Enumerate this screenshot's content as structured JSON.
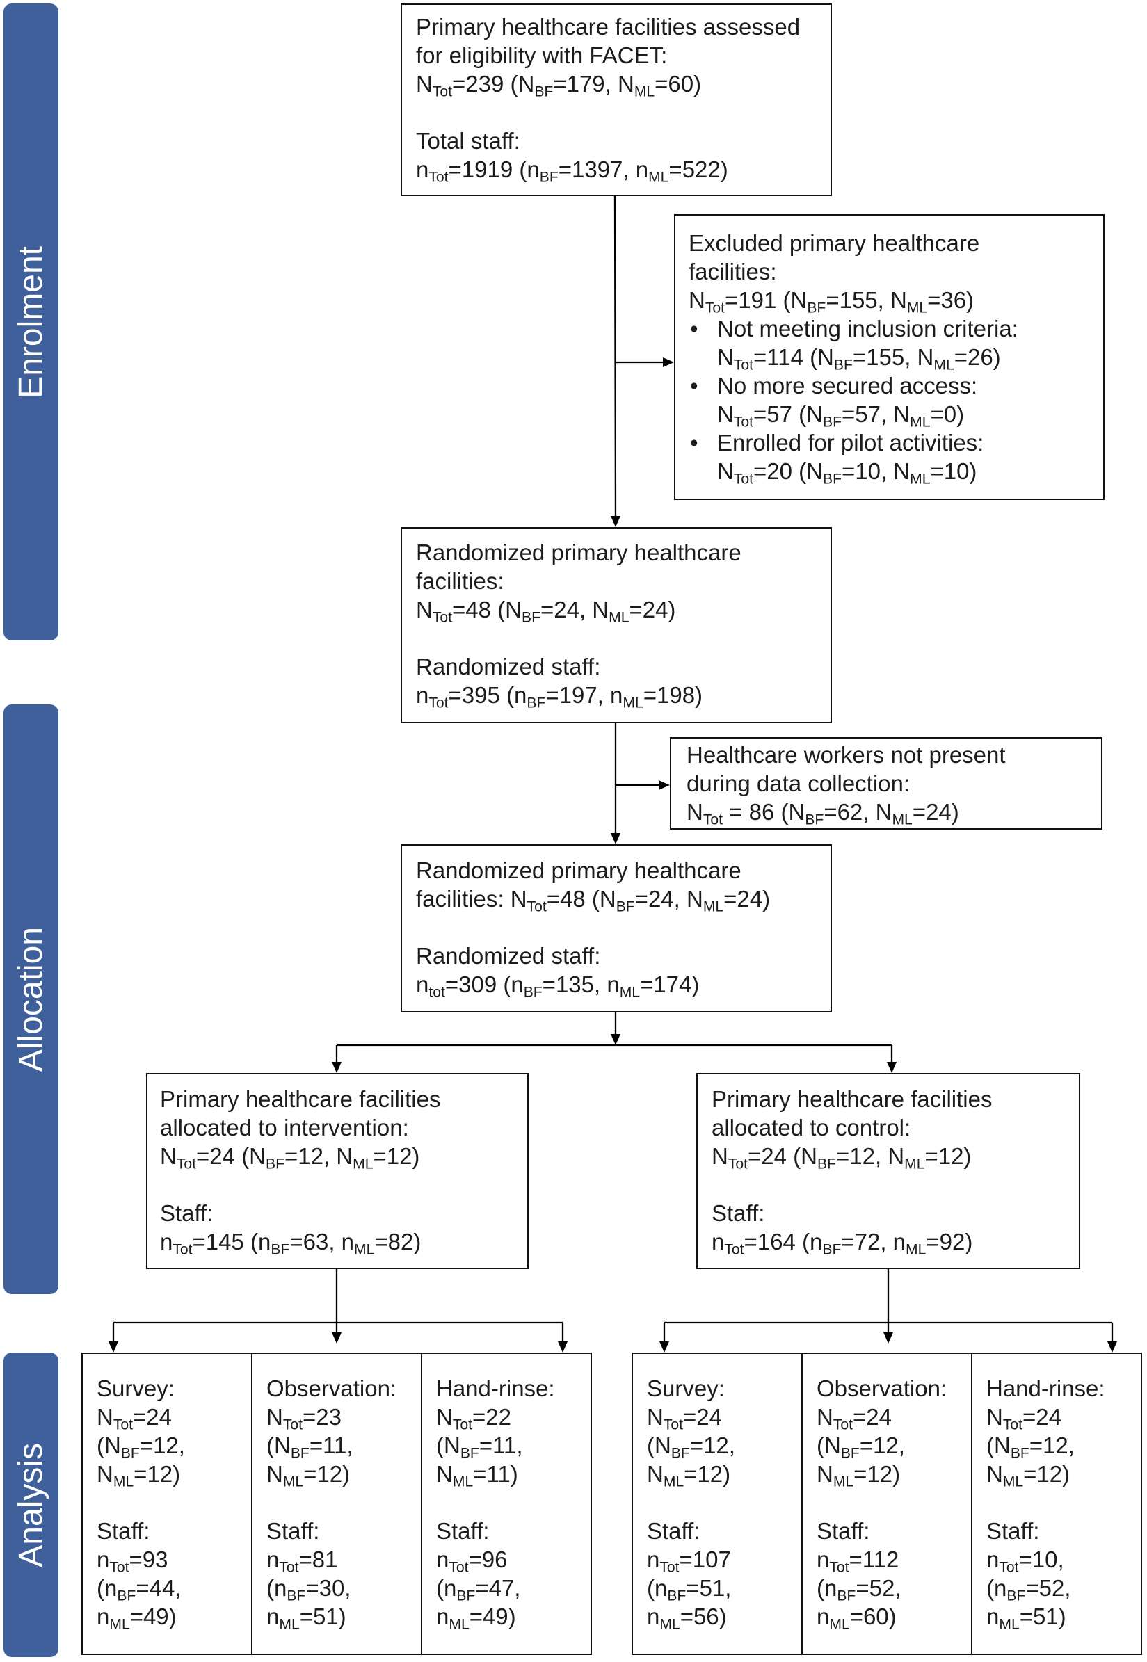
{
  "colors": {
    "band": "#40609c",
    "band_text": "#ffffff"
  },
  "sidebar": {
    "enrolment": "Enrolment",
    "allocation": "Allocation",
    "analysis": "Analysis"
  },
  "boxes": {
    "assessed": {
      "paragraphs": [
        [
          "Primary healthcare facilities assessed",
          "for eligibility with FACET:",
          [
            "N",
            {
              "sub": "Tot"
            },
            "=239 (N",
            {
              "sub": "BF"
            },
            "=179, N",
            {
              "sub": "ML"
            },
            "=60)"
          ]
        ],
        [
          "Total staff:",
          [
            "n",
            {
              "sub": "Tot"
            },
            "=1919 (n",
            {
              "sub": "BF"
            },
            "=1397, n",
            {
              "sub": "ML"
            },
            "=522)"
          ]
        ]
      ]
    },
    "excluded": {
      "paragraphs": [
        [
          "Excluded primary healthcare",
          "facilities:",
          [
            "N",
            {
              "sub": "Tot"
            },
            "=191 (N",
            {
              "sub": "BF"
            },
            "=155, N",
            {
              "sub": "ML"
            },
            "=36)"
          ]
        ]
      ],
      "bullet": "•",
      "items": [
        [
          "Not meeting inclusion criteria:",
          [
            "N",
            {
              "sub": "Tot"
            },
            "=114 (N",
            {
              "sub": "BF"
            },
            "=155, N",
            {
              "sub": "ML"
            },
            "=26)"
          ]
        ],
        [
          "No more secured access:",
          [
            "N",
            {
              "sub": "Tot"
            },
            "=57 (N",
            {
              "sub": "BF"
            },
            "=57, N",
            {
              "sub": "ML"
            },
            "=0)"
          ]
        ],
        [
          "Enrolled for pilot activities:",
          [
            "N",
            {
              "sub": "Tot"
            },
            "=20 (N",
            {
              "sub": "BF"
            },
            "=10, N",
            {
              "sub": "ML"
            },
            "=10)"
          ]
        ]
      ]
    },
    "randomized": {
      "paragraphs": [
        [
          "Randomized primary healthcare",
          "facilities:",
          [
            "N",
            {
              "sub": "Tot"
            },
            "=48 (N",
            {
              "sub": "BF"
            },
            "=24, N",
            {
              "sub": "ML"
            },
            "=24)"
          ]
        ],
        [
          "Randomized staff:",
          [
            "n",
            {
              "sub": "Tot"
            },
            "=395 (n",
            {
              "sub": "BF"
            },
            "=197, n",
            {
              "sub": "ML"
            },
            "=198)"
          ]
        ]
      ]
    },
    "not_present": {
      "paragraphs": [
        [
          "Healthcare workers not present",
          "during data collection:",
          [
            "N",
            {
              "sub": "Tot"
            },
            " = 86 (N",
            {
              "sub": "BF"
            },
            "=62, N",
            {
              "sub": "ML"
            },
            "=24)"
          ]
        ]
      ]
    },
    "randomized_allocation": {
      "paragraphs": [
        [
          "Randomized primary healthcare",
          [
            "facilities: N",
            {
              "sub": "Tot"
            },
            "=48 (N",
            {
              "sub": "BF"
            },
            "=24, N",
            {
              "sub": "ML"
            },
            "=24)"
          ]
        ],
        [
          "Randomized staff:",
          [
            "n",
            {
              "sub": "tot"
            },
            "=309 (n",
            {
              "sub": "BF"
            },
            "=135, n",
            {
              "sub": "ML"
            },
            "=174)"
          ]
        ]
      ]
    },
    "intervention": {
      "paragraphs": [
        [
          "Primary healthcare facilities",
          "allocated to intervention:",
          [
            "N",
            {
              "sub": "Tot"
            },
            "=24 (N",
            {
              "sub": "BF"
            },
            "=12, N",
            {
              "sub": "ML"
            },
            "=12)"
          ]
        ],
        [
          "Staff:",
          [
            "n",
            {
              "sub": "Tot"
            },
            "=145 (n",
            {
              "sub": "BF"
            },
            "=63, n",
            {
              "sub": "ML"
            },
            "=82)"
          ]
        ]
      ]
    },
    "control": {
      "paragraphs": [
        [
          "Primary healthcare facilities",
          "allocated to control:",
          [
            "N",
            {
              "sub": "Tot"
            },
            "=24 (N",
            {
              "sub": "BF"
            },
            "=12, N",
            {
              "sub": "ML"
            },
            "=12)"
          ]
        ],
        [
          "Staff:",
          [
            "n",
            {
              "sub": "Tot"
            },
            "=164 (n",
            {
              "sub": "BF"
            },
            "=72, n",
            {
              "sub": "ML"
            },
            "=92)"
          ]
        ]
      ]
    }
  },
  "analysis": {
    "intervention": [
      {
        "paragraphs": [
          [
            "Survey:",
            [
              "N",
              {
                "sub": "Tot"
              },
              "=24"
            ],
            [
              "(N",
              {
                "sub": "BF"
              },
              "=12,"
            ],
            [
              "N",
              {
                "sub": "ML"
              },
              "=12)"
            ]
          ],
          [
            "Staff:",
            [
              "n",
              {
                "sub": "Tot"
              },
              "=93"
            ],
            [
              "(n",
              {
                "sub": "BF"
              },
              "=44,"
            ],
            [
              "n",
              {
                "sub": "ML"
              },
              "=49)"
            ]
          ]
        ]
      },
      {
        "paragraphs": [
          [
            "Observation:",
            [
              "N",
              {
                "sub": "Tot"
              },
              "=23"
            ],
            [
              "(N",
              {
                "sub": "BF"
              },
              "=11,"
            ],
            [
              "N",
              {
                "sub": "ML"
              },
              "=12)"
            ]
          ],
          [
            "Staff:",
            [
              "n",
              {
                "sub": "Tot"
              },
              "=81"
            ],
            [
              "(n",
              {
                "sub": "BF"
              },
              "=30,"
            ],
            [
              "n",
              {
                "sub": "ML"
              },
              "=51)"
            ]
          ]
        ]
      },
      {
        "paragraphs": [
          [
            "Hand-rinse:",
            [
              "N",
              {
                "sub": "Tot"
              },
              "=22"
            ],
            [
              "(N",
              {
                "sub": "BF"
              },
              "=11,"
            ],
            [
              "N",
              {
                "sub": "ML"
              },
              "=11)"
            ]
          ],
          [
            "Staff:",
            [
              "n",
              {
                "sub": "Tot"
              },
              "=96"
            ],
            [
              "(n",
              {
                "sub": "BF"
              },
              "=47,"
            ],
            [
              "n",
              {
                "sub": "ML"
              },
              "=49)"
            ]
          ]
        ]
      }
    ],
    "control": [
      {
        "paragraphs": [
          [
            "Survey:",
            [
              "N",
              {
                "sub": "Tot"
              },
              "=24"
            ],
            [
              "(N",
              {
                "sub": "BF"
              },
              "=12,"
            ],
            [
              "N",
              {
                "sub": "ML"
              },
              "=12)"
            ]
          ],
          [
            "Staff:",
            [
              "n",
              {
                "sub": "Tot"
              },
              "=107"
            ],
            [
              "(n",
              {
                "sub": "BF"
              },
              "=51,"
            ],
            [
              "n",
              {
                "sub": "ML"
              },
              "=56)"
            ]
          ]
        ]
      },
      {
        "paragraphs": [
          [
            "Observation:",
            [
              "N",
              {
                "sub": "Tot"
              },
              "=24"
            ],
            [
              "(N",
              {
                "sub": "BF"
              },
              "=12,"
            ],
            [
              "N",
              {
                "sub": "ML"
              },
              "=12)"
            ]
          ],
          [
            "Staff:",
            [
              "n",
              {
                "sub": "Tot"
              },
              "=112"
            ],
            [
              "(n",
              {
                "sub": "BF"
              },
              "=52,"
            ],
            [
              "n",
              {
                "sub": "ML"
              },
              "=60)"
            ]
          ]
        ]
      },
      {
        "paragraphs": [
          [
            "Hand-rinse:",
            [
              "N",
              {
                "sub": "Tot"
              },
              "=24"
            ],
            [
              "(N",
              {
                "sub": "BF"
              },
              "=12,"
            ],
            [
              "N",
              {
                "sub": "ML"
              },
              "=12)"
            ]
          ],
          [
            "Staff:",
            [
              "n",
              {
                "sub": "Tot"
              },
              "=10,"
            ],
            [
              "(n",
              {
                "sub": "BF"
              },
              "=52,"
            ],
            [
              "n",
              {
                "sub": "ML"
              },
              "=51)"
            ]
          ]
        ]
      }
    ]
  }
}
